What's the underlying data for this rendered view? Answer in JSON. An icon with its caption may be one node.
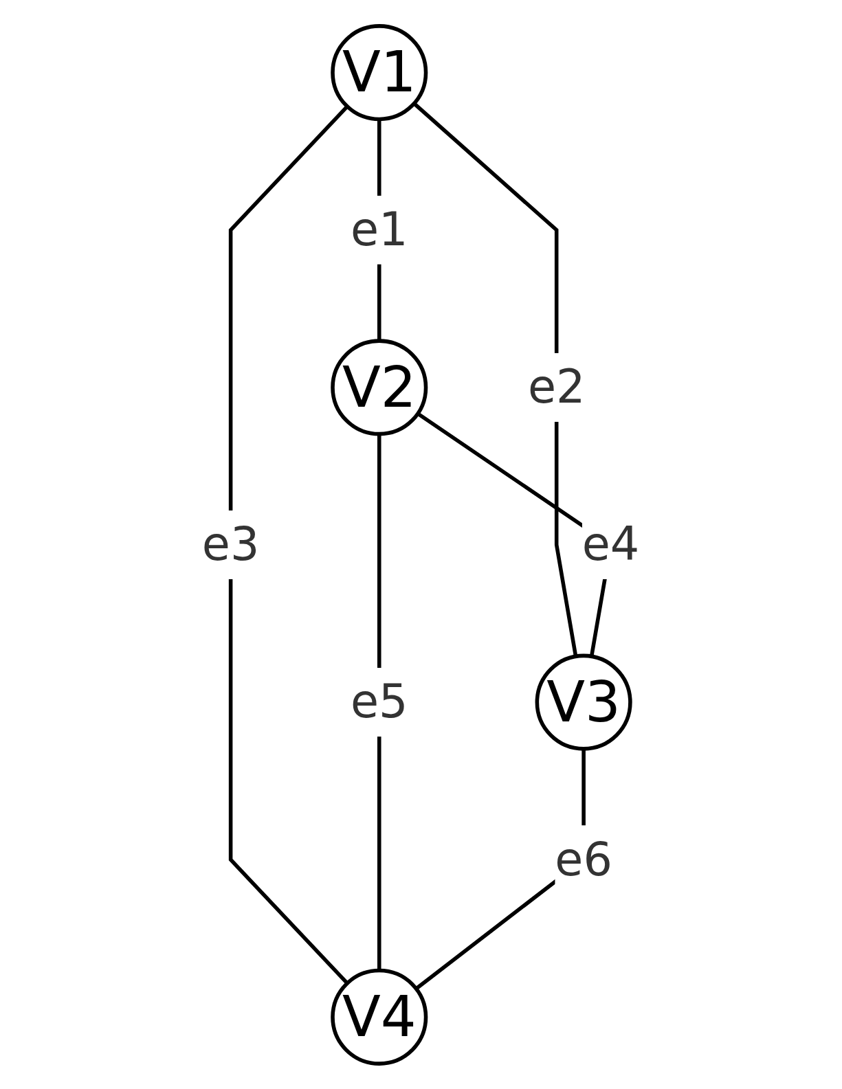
{
  "diagram": {
    "nodes": [
      {
        "text": [
          "V1"
        ]
      },
      {
        "text": [
          "V2"
        ]
      },
      {
        "text": [
          "V3"
        ]
      },
      {
        "text": [
          "V4"
        ]
      }
    ],
    "edges": [
      {
        "from": 0,
        "to": 1,
        "arrow": "none",
        "label": "e1"
      },
      {
        "from": 0,
        "to": 2,
        "arrow": "none",
        "label": "e2"
      },
      {
        "from": 0,
        "to": 3,
        "arrow": "none",
        "label": "e3"
      },
      {
        "from": 1,
        "to": 2,
        "arrow": "none",
        "label": "e4"
      },
      {
        "from": 1,
        "to": 3,
        "arrow": "none",
        "label": "e5"
      },
      {
        "from": 2,
        "to": 3,
        "arrow": "none",
        "label": "e6"
      }
    ]
  }
}
